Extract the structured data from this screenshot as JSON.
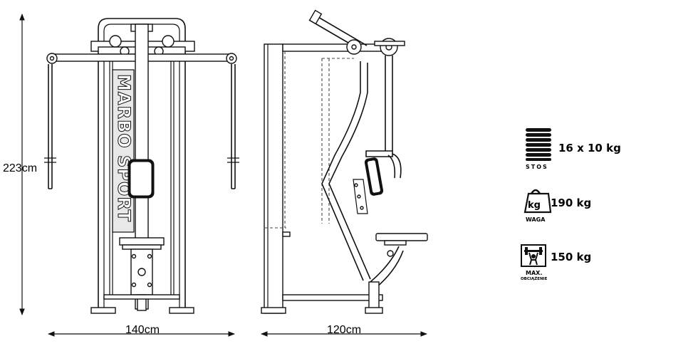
{
  "dimensions": {
    "height": "223cm",
    "width_front": "140cm",
    "width_side": "120cm"
  },
  "brand": {
    "logo_text": "MARBO SPORT"
  },
  "specs": [
    {
      "icon": "weight-stack-icon",
      "caption": "STOS",
      "value": "16 x 10 kg"
    },
    {
      "icon": "kettlebell-kg-icon",
      "caption": "WAGA",
      "badge": "kg",
      "value": "190 kg"
    },
    {
      "icon": "max-load-icon",
      "caption": "MAX.",
      "caption2": "OBCIĄŻENIE",
      "value": "150 kg"
    }
  ],
  "colors": {
    "line": "#111111",
    "background": "#ffffff"
  }
}
